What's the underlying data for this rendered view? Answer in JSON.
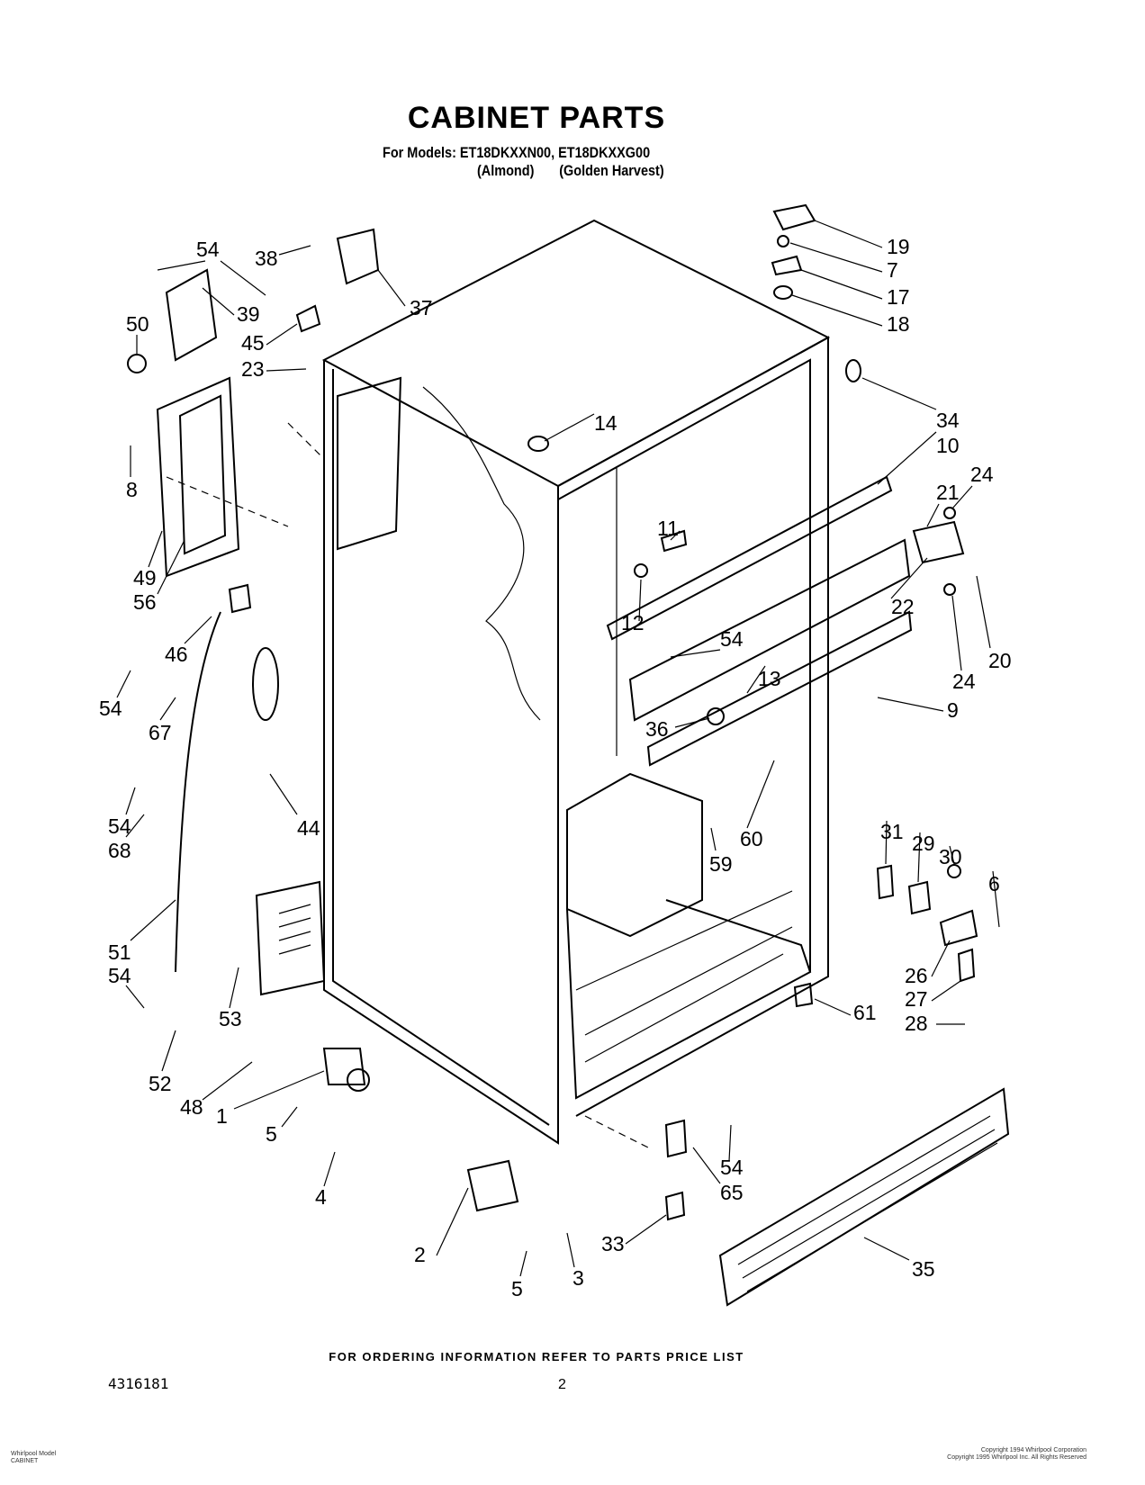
{
  "header": {
    "title": "CABINET PARTS",
    "models_line": "For Models: ET18DKXXN00, ET18DKXXG00",
    "color_left": "(Almond)",
    "color_right": "(Golden Harvest)"
  },
  "footer": {
    "ordering_note": "FOR ORDERING INFORMATION REFER TO PARTS PRICE LIST",
    "part_number": "4316181",
    "page_number": "2",
    "fine_left": [
      "Whirlpool Model",
      "CABINET"
    ],
    "fine_right": [
      "Copyright 1994 Whirlpool Corporation",
      "Copyright 1995 Whirlpool Inc. All Rights Reserved"
    ]
  },
  "callouts": [
    "54",
    "38",
    "39",
    "37",
    "50",
    "45",
    "23",
    "8",
    "49",
    "56",
    "46",
    "54",
    "67",
    "44",
    "54",
    "68",
    "51",
    "54",
    "53",
    "52",
    "48",
    "1",
    "5",
    "4",
    "2",
    "5",
    "3",
    "19",
    "7",
    "17",
    "18",
    "34",
    "14",
    "10",
    "24",
    "21",
    "11",
    "12",
    "22",
    "54",
    "20",
    "24",
    "13",
    "9",
    "36",
    "60",
    "59",
    "31",
    "29",
    "30",
    "6",
    "26",
    "27",
    "28",
    "61",
    "54",
    "65",
    "33",
    "35"
  ]
}
